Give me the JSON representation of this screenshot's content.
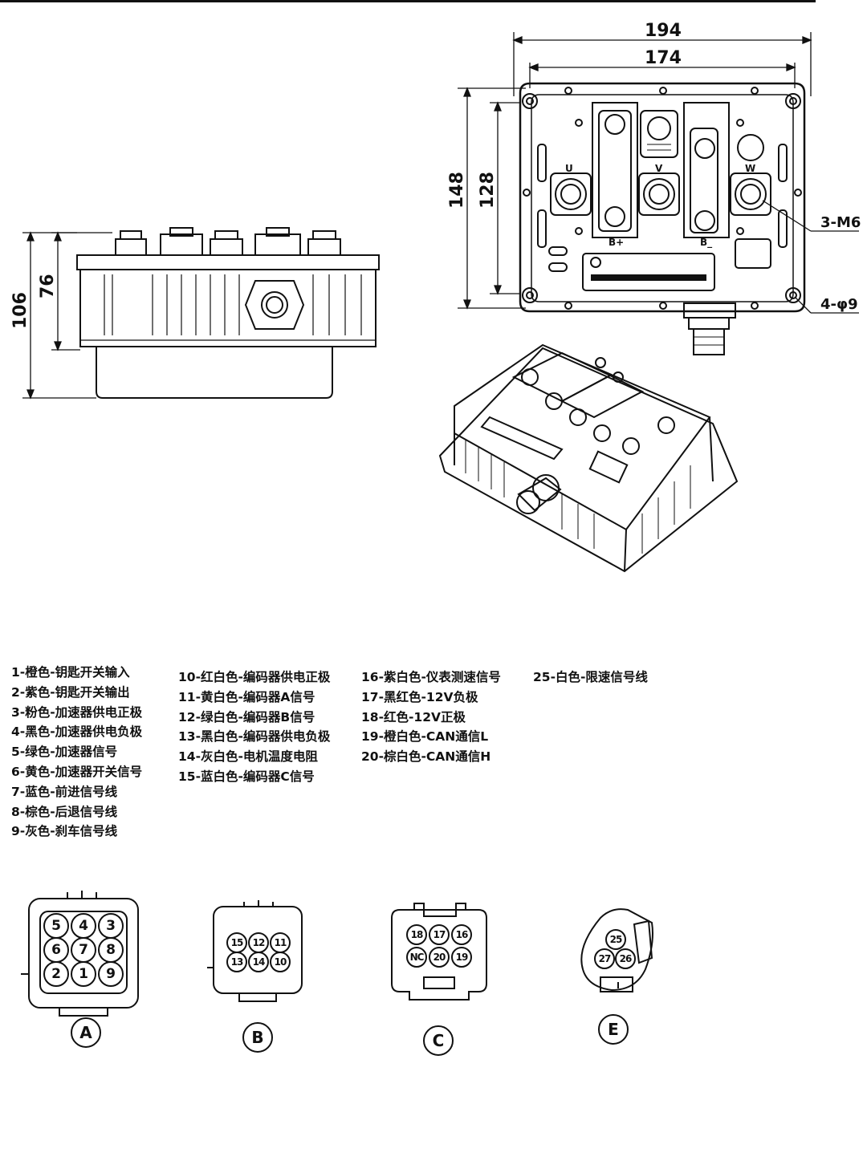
{
  "dimensions": {
    "width_outer": "194",
    "width_inner": "174",
    "height_outer": "148",
    "height_inner": "128",
    "side_total": "106",
    "side_body": "76",
    "thread": "3-M6",
    "holes": "4-φ9"
  },
  "terminals": {
    "u": "U",
    "v": "V",
    "w": "W",
    "b_plus": "B+",
    "b_minus": "B_"
  },
  "legend": {
    "col1": [
      "1-橙色-钥匙开关输入",
      "2-紫色-钥匙开关输出",
      "3-粉色-加速器供电正极",
      "4-黑色-加速器供电负极",
      "5-绿色-加速器信号",
      "6-黄色-加速器开关信号",
      "7-蓝色-前进信号线",
      "8-棕色-后退信号线",
      "9-灰色-刹车信号线"
    ],
    "col2": [
      "10-红白色-编码器供电正极",
      "11-黄白色-编码器A信号",
      "12-绿白色-编码器B信号",
      "13-黑白色-编码器供电负极",
      "14-灰白色-电机温度电阻",
      "15-蓝白色-编码器C信号"
    ],
    "col3": [
      "16-紫白色-仪表测速信号",
      "17-黑红色-12V负极",
      "18-红色-12V正极",
      "19-橙白色-CAN通信L",
      "20-棕白色-CAN通信H"
    ],
    "col4": [
      "25-白色-限速信号线"
    ]
  },
  "connectors": {
    "a": {
      "label": "A",
      "pins": [
        "5",
        "4",
        "3",
        "6",
        "7",
        "8",
        "2",
        "1",
        "9"
      ]
    },
    "b": {
      "label": "B",
      "pins": [
        "15",
        "12",
        "11",
        "13",
        "14",
        "10"
      ]
    },
    "c": {
      "label": "C",
      "pins": [
        "18",
        "17",
        "16",
        "NC",
        "20",
        "19"
      ]
    },
    "e": {
      "label": "E",
      "pins": [
        "25",
        "27",
        "26"
      ]
    }
  }
}
